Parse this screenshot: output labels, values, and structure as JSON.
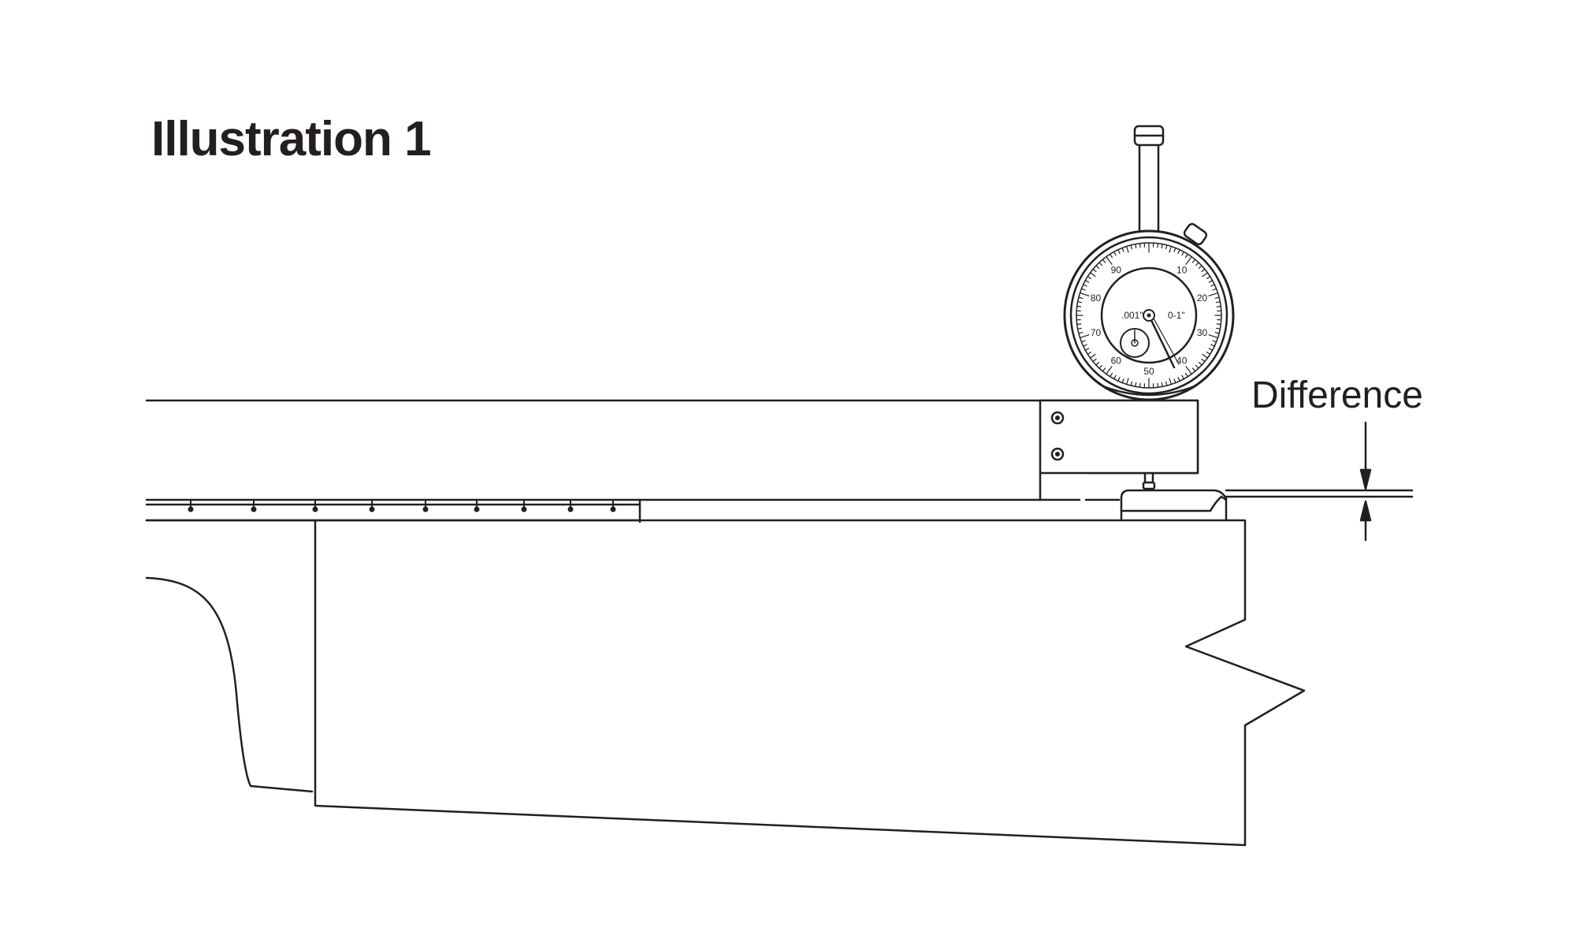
{
  "title": "Illustration 1",
  "annotation_label": "Difference",
  "dial": {
    "major_numbers": [
      "10",
      "20",
      "30",
      "40",
      "50",
      "60",
      "70",
      "80",
      "90"
    ],
    "resolution_label": ".001\"",
    "range_label": "0-1\""
  },
  "colors": {
    "ink": "#231f20",
    "background": "#ffffff"
  }
}
